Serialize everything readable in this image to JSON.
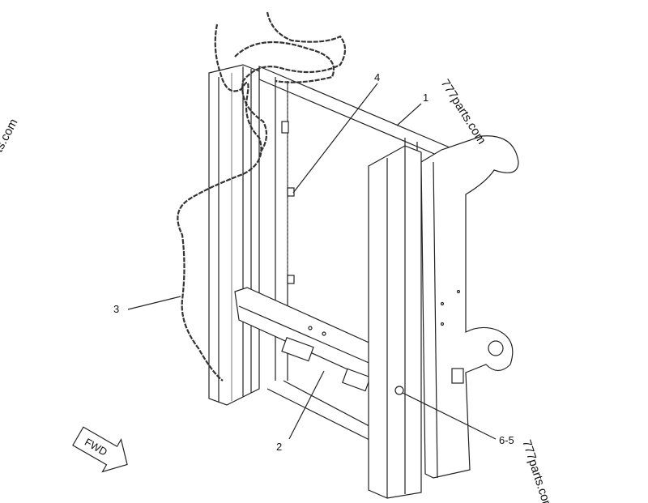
{
  "callouts": {
    "c1": "1",
    "c2": "2",
    "c3": "3",
    "c4": "4",
    "c65": "6-5"
  },
  "fwd_label": "FWD",
  "watermark": "777parts.com",
  "watermark_left": "777parts.com"
}
